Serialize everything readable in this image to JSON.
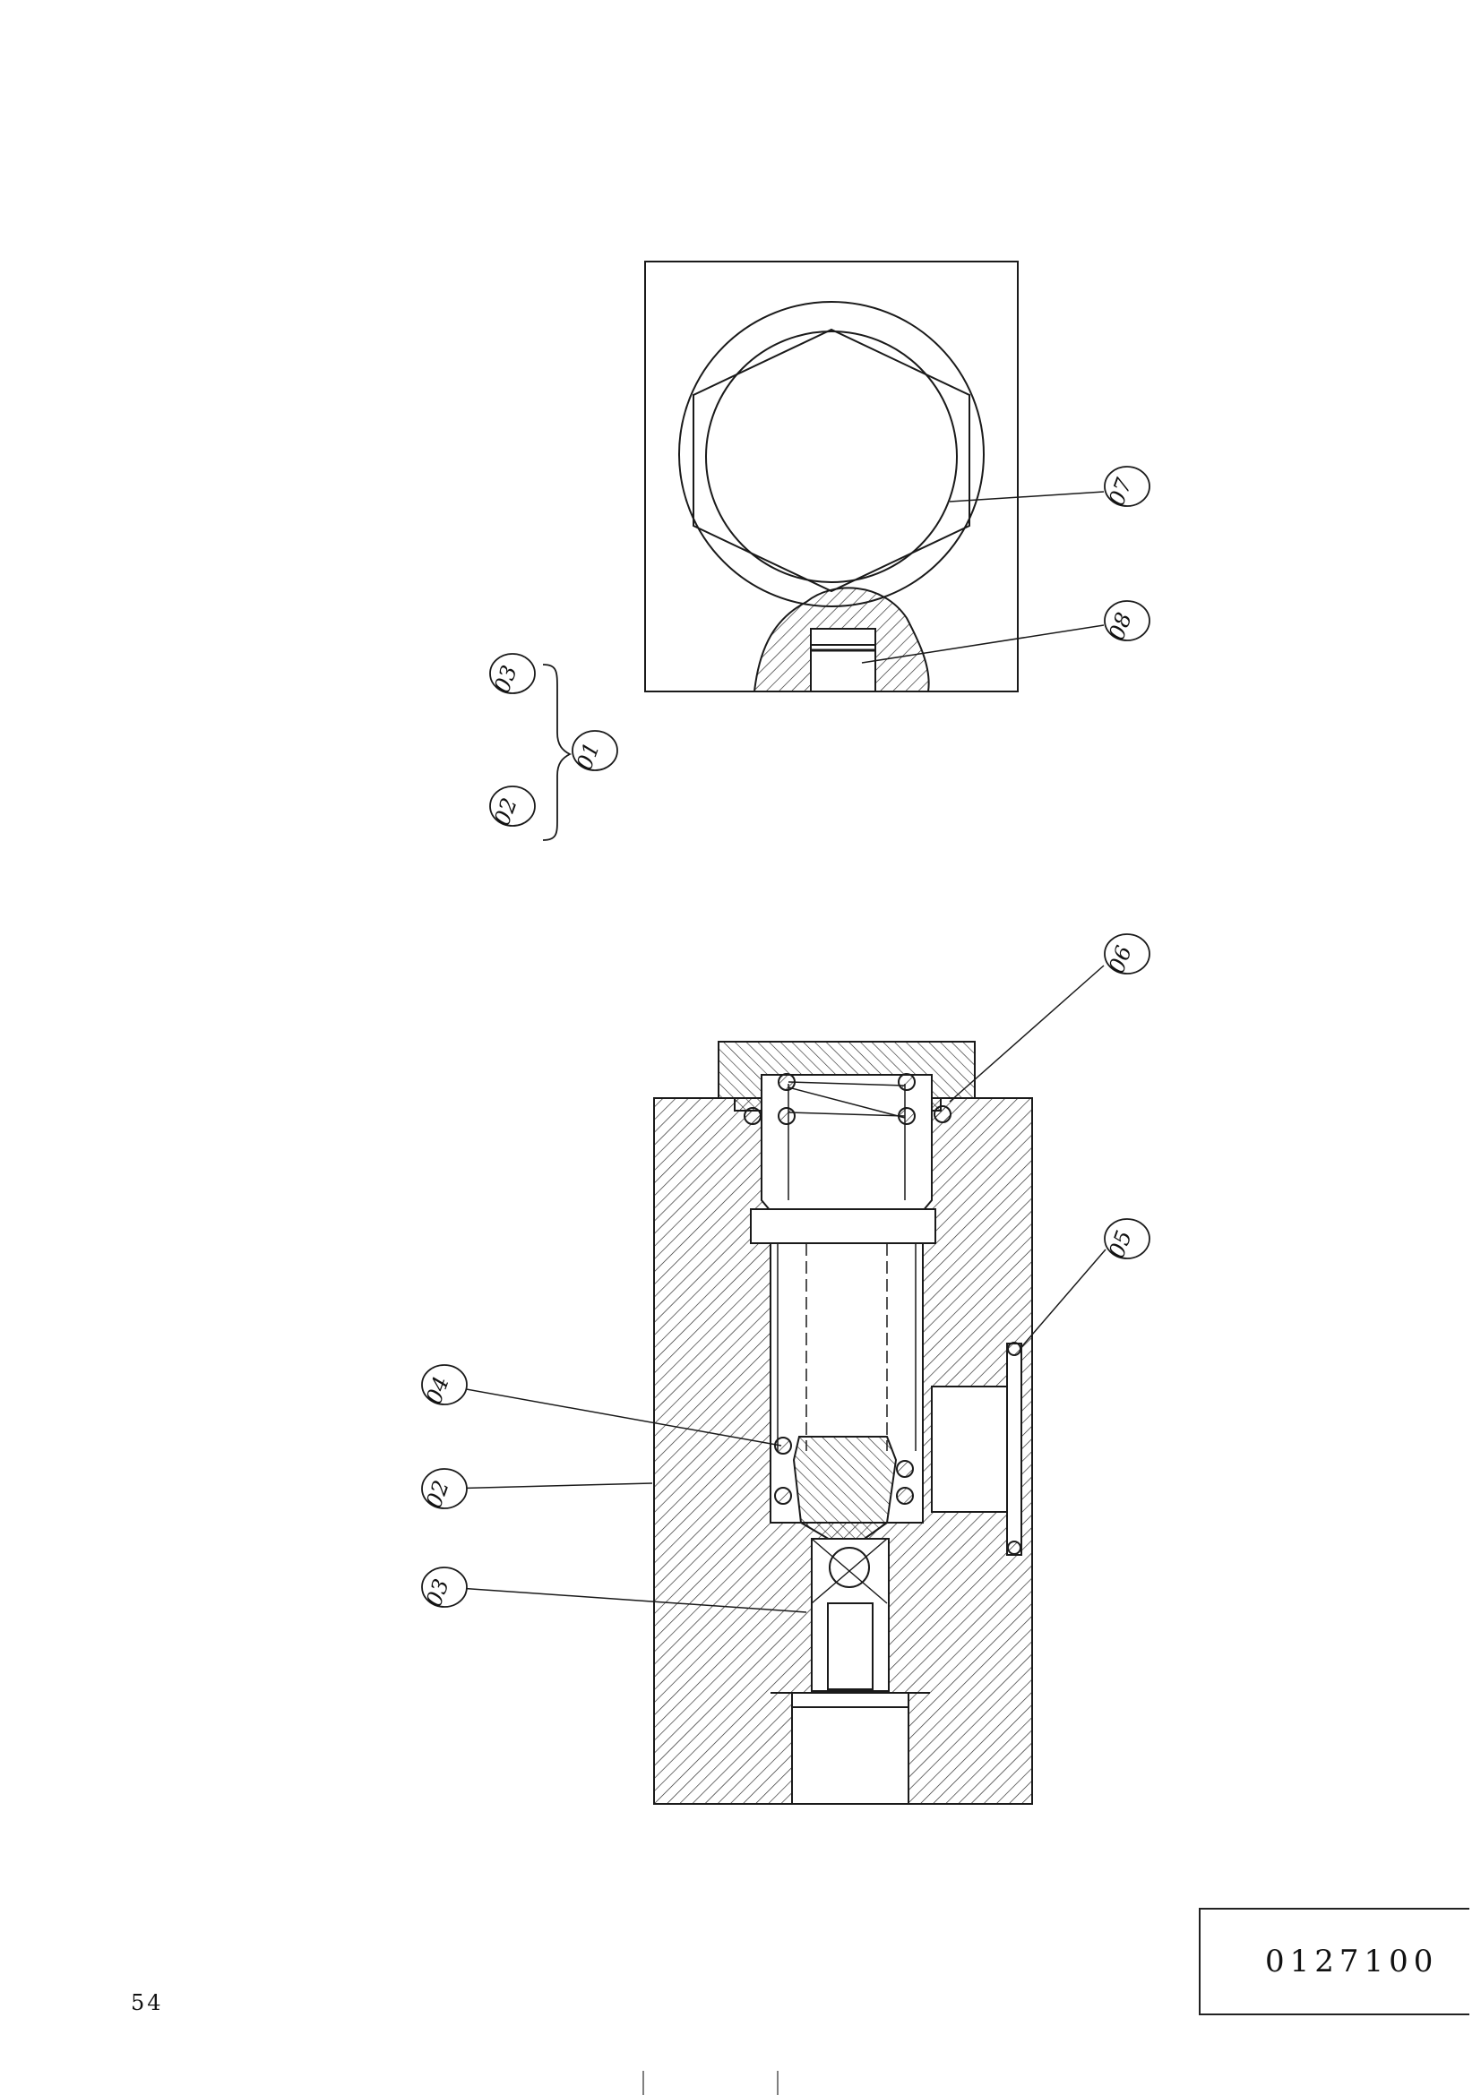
{
  "callouts": {
    "c01": "01",
    "c02_group": "02",
    "c03_group": "03",
    "c02": "02",
    "c03": "03",
    "c04": "04",
    "c05": "05",
    "c06": "06",
    "c07": "07",
    "c08": "08"
  },
  "page_number": "54",
  "drawing_code": "0127100",
  "colors": {
    "ink": "#1a1a1a",
    "paper": "#ffffff"
  }
}
